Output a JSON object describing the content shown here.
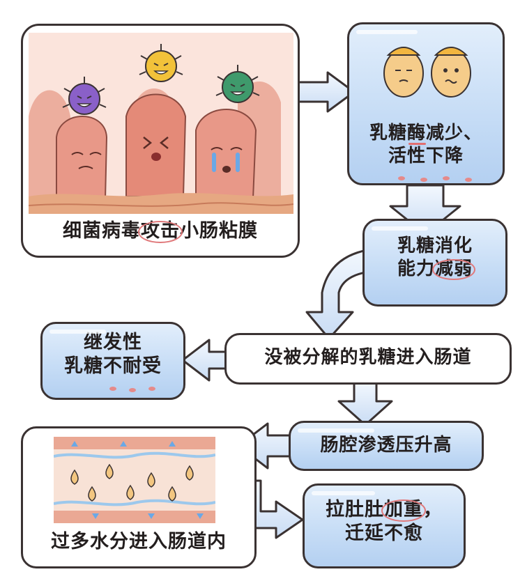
{
  "nodes": {
    "bacteria_attack": {
      "text": "细菌病毒攻击小肠粘膜",
      "pre": "细菌病毒",
      "circled": "攻击",
      "post": "小肠粘膜"
    },
    "lactase_decrease": {
      "line1_pre": "乳糖",
      "line1_mark": "酶",
      "line1_post": "减少、",
      "line2": "活性下降"
    },
    "digestion_weak": {
      "line1": "乳糖消化",
      "line2_pre": "能力",
      "line2_circled": "减弱"
    },
    "secondary_intolerance": {
      "line1": "继发性",
      "line2": "乳糖不耐受"
    },
    "undigested_lactose": {
      "text": "没被分解的乳糖进入肠道"
    },
    "osmotic_pressure": {
      "text": "肠腔渗透压升高"
    },
    "water_into_gut": {
      "text": "过多水分进入肠道内"
    },
    "diarrhea_worse": {
      "line1_pre": "拉肚肚",
      "line1_circled": "加重",
      "line1_post": "，",
      "line2": "迁延不愈"
    }
  },
  "colors": {
    "outline": "#3a3232",
    "box_blue": "#c7ddf6",
    "arrow_fill": "#dce9f8",
    "accent_red": "#e0787a",
    "tissue": "#e89888",
    "tissue_light": "#f6d0c2"
  },
  "icons": [
    "bacteria-purple-icon",
    "bacteria-yellow-icon",
    "bacteria-green-icon",
    "lactase-egg-icon",
    "lactose-drop-icon"
  ]
}
